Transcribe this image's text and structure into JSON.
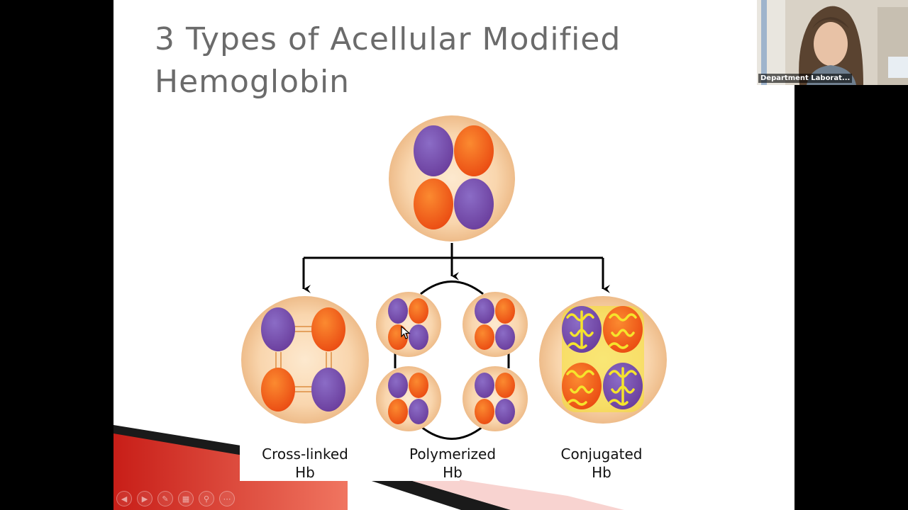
{
  "slide": {
    "title": "3 Types of Acellular Modified Hemoglobin",
    "captions": [
      {
        "line1": "Cross-linked",
        "line2": "Hb"
      },
      {
        "line1": "Polymerized",
        "line2": "Hb"
      },
      {
        "line1": "Conjugated",
        "line2": "Hb"
      }
    ]
  },
  "presenter_controls": {
    "icons": [
      "previous-slide-icon",
      "next-slide-icon",
      "pen-icon",
      "slides-grid-icon",
      "zoom-icon",
      "more-options-icon"
    ]
  },
  "webcam": {
    "participant_name": "Department Laborat..."
  },
  "colors": {
    "subunit_purple": "#7b55b0",
    "subunit_orange": "#f0621c",
    "molecule_fill": "#f8d3a6",
    "accent_red": "#d8261d",
    "pegylation_yellow": "#f5e42c"
  }
}
